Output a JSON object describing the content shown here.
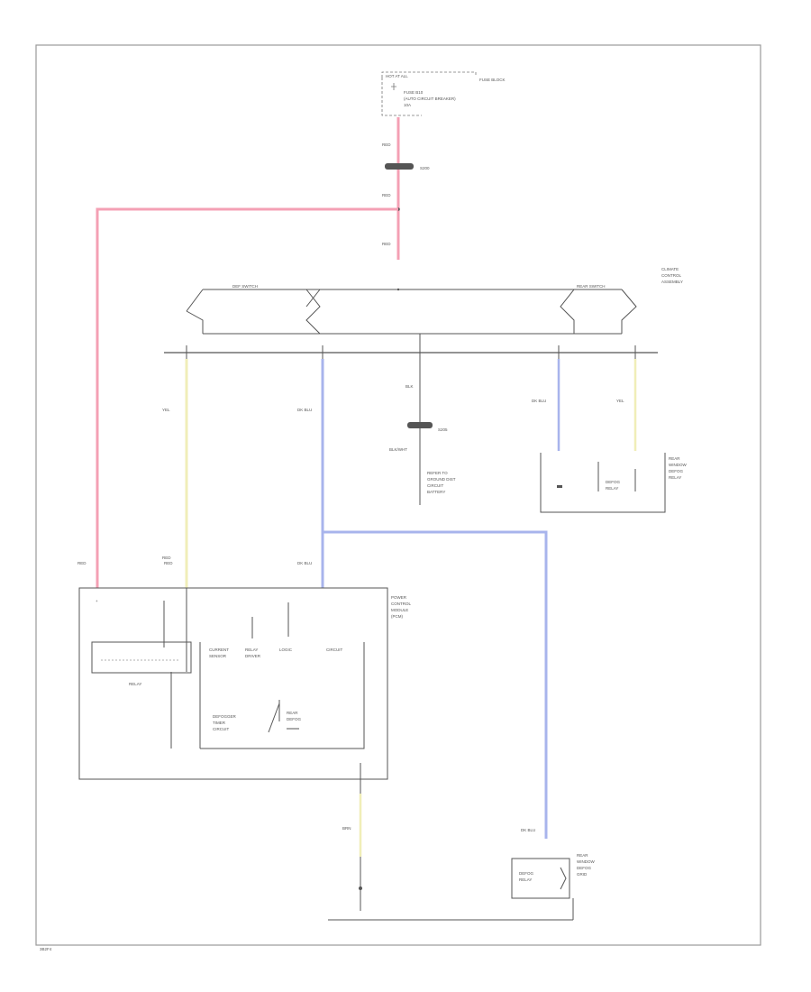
{
  "diagram": {
    "colors": {
      "red_wire": "#f4a0b4",
      "blue_wire": "#a8b4ec",
      "yellow_wire": "#f0eeb8",
      "line": "#555555",
      "frame": "#9a9a9a"
    },
    "labels": {
      "top_box": "HOT AT ALL",
      "fuse_block": "FUSE BLOCK",
      "fuse_desc_1": "FUSE B10",
      "fuse_desc_2": "(AUTO CIRCUIT BREAKER)",
      "fuse_desc_3": "10A",
      "wire_red_1": "RED",
      "splice_top": "S200",
      "wire_red_2": "RED",
      "wire_red_3": "RED",
      "sw_left": "DEF SWITCH",
      "sw_right": "REAR SWITCH",
      "control_assy_1": "CLIMATE",
      "control_assy_2": "CONTROL",
      "control_assy_3": "ASSEMBLY",
      "wire_yel_1": "YEL",
      "wire_yel_2": "RED",
      "wire_blu_1": "DK BLU",
      "wire_mid_1": "BLK",
      "splice_mid": "S205",
      "wire_mid_2": "BLK/WHT",
      "mid_note_1": "REFER TO",
      "mid_note_2": "GROUND DIST",
      "mid_note_3": "CIRCUIT",
      "mid_note_4": "BATTERY",
      "wire_blu_r": "DK BLU",
      "wire_yel_r": "YEL",
      "right_box_1": "DEFOG",
      "right_box_2": "RELAY",
      "right_note_1": "REAR",
      "right_note_2": "WINDOW",
      "right_note_3": "DEFOG",
      "right_note_4": "RELAY",
      "lower_wire_red": "RED",
      "lower_wire_yel": "RED",
      "lower_wire_blu": "DK BLU",
      "relay_label": "RELAY",
      "module_1": "CURRENT",
      "module_2": "SENSOR",
      "module_3": "RELAY",
      "module_4": "DRIVER",
      "module_5": "LOGIC",
      "module_6": "CIRCUIT",
      "defogger_1": "DEFOGGER",
      "defogger_2": "TIMER",
      "defogger_3": "CIRCUIT",
      "defog_sw_1": "REAR",
      "defog_sw_2": "DEFOG",
      "big_box_1": "POWER",
      "big_box_2": "CONTROL",
      "big_box_3": "MODULE",
      "big_box_4": "(PCM)",
      "bottom_wire_1": "BRN",
      "bottom_wire_blu": "DK BLU",
      "bottom_box_1": "DEFOG",
      "bottom_box_2": "RELAY",
      "bottom_note_1": "REAR",
      "bottom_note_2": "WINDOW",
      "bottom_note_3": "DEFOG",
      "bottom_note_4": "GRID",
      "page_id": "3B2F4"
    }
  }
}
